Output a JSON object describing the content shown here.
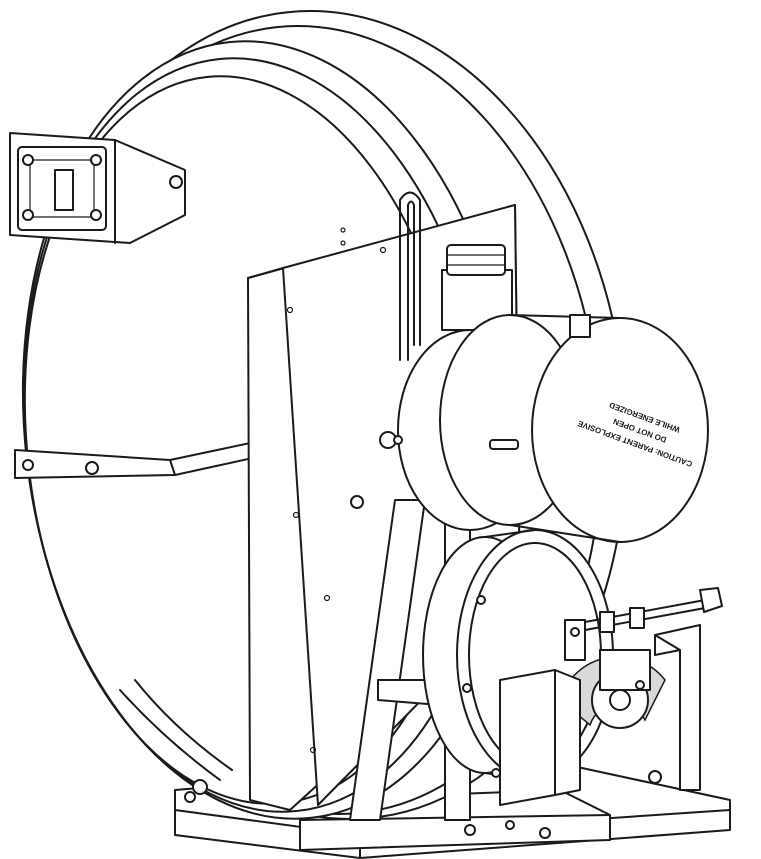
{
  "warning_label": {
    "line1": "CAUTION: PARENT EXPLOSIVE",
    "line2": "DO NOT OPEN",
    "line3": "WHILE ENERGIZED"
  }
}
